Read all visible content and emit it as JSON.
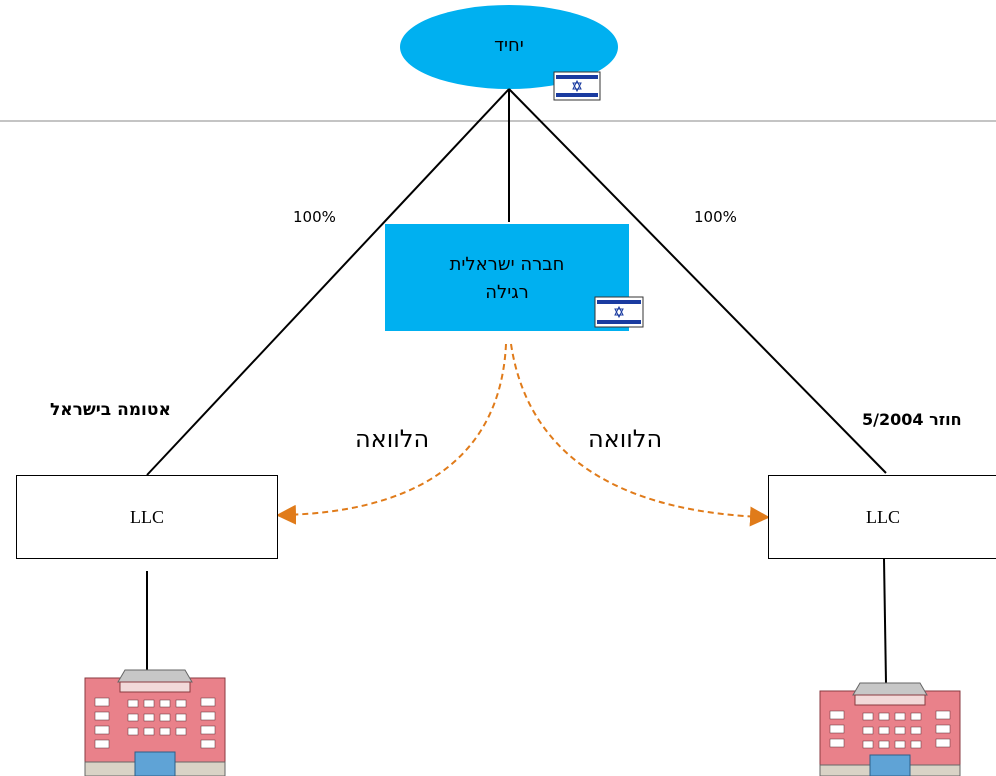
{
  "top_entity": {
    "label": "יחיד",
    "flag": "israel-flag-icon"
  },
  "company": {
    "line1": "חברה ישראלית",
    "line2": "רגילה",
    "flag": "israel-flag-icon",
    "color": "#00b0f0"
  },
  "ownership": {
    "left": "100%",
    "right": "100%"
  },
  "llc_left": {
    "label": "LLC",
    "note": "אטומה בישראל"
  },
  "llc_right": {
    "label": "LLC",
    "note": "חוזר 5/2004"
  },
  "loans": {
    "left": "הלוואה",
    "right": "הלוואה",
    "color": "#e07b1a"
  },
  "properties": {
    "left": "hotel-building-icon",
    "right": "hotel-building-icon"
  }
}
